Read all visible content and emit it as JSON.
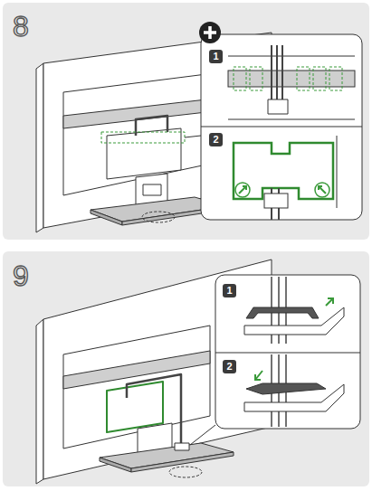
{
  "diagram": {
    "labels": [
      "8",
      "1",
      "2",
      "9",
      "1",
      "2"
    ]
  }
}
